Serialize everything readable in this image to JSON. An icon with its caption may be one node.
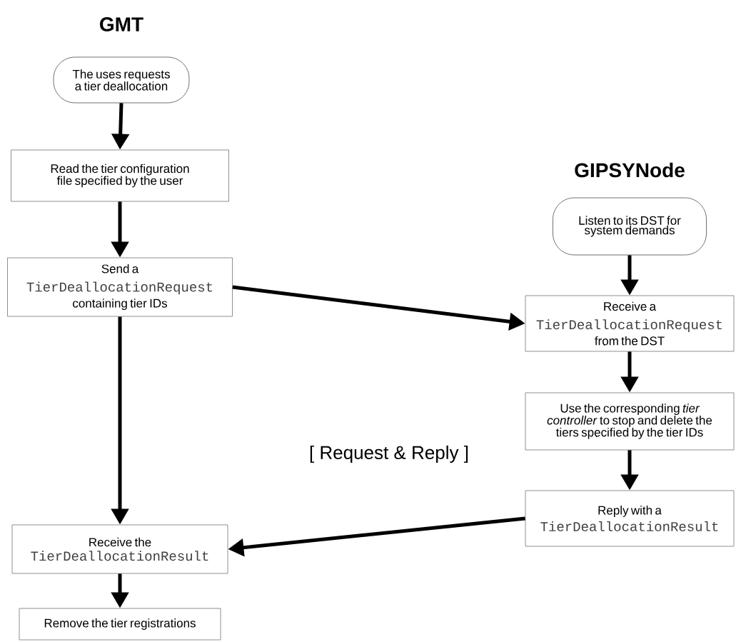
{
  "diagram": {
    "nodes": [
      {
        "text": [
          "The uses requests a tier deallocation"
        ]
      },
      {
        "text": [
          "Read the tier configuration file specified by the user"
        ]
      },
      {
        "text": [
          "Send a",
          "TierDeallocationRequest",
          "containing tier IDs"
        ]
      },
      {
        "text": [
          "Listen to its DST for system demands"
        ]
      },
      {
        "text": [
          "Receive a",
          "TierDeallocationRequest",
          "from the DST"
        ]
      },
      {
        "text": [
          "Use the corresponding *tier controller* to stop and delete the tiers specified by the tier IDs"
        ]
      },
      {
        "text": [
          "Reply with a",
          "TierDeallocationResult"
        ]
      },
      {
        "text": [
          "Receive the",
          "TierDeallocationResult"
        ]
      },
      {
        "text": [
          "Remove the tier registrations"
        ]
      }
    ],
    "edges": [
      {
        "from": 0,
        "to": 1,
        "arrow": "to"
      },
      {
        "from": 1,
        "to": 2,
        "arrow": "to"
      },
      {
        "from": 2,
        "to": 4,
        "arrow": "to"
      },
      {
        "from": 2,
        "to": 7,
        "arrow": "to"
      },
      {
        "from": 3,
        "to": 4,
        "arrow": "to"
      },
      {
        "from": 4,
        "to": 5,
        "arrow": "to"
      },
      {
        "from": 5,
        "to": 6,
        "arrow": "to"
      },
      {
        "from": 6,
        "to": 7,
        "arrow": "to"
      },
      {
        "from": 7,
        "to": 8,
        "arrow": "to"
      }
    ],
    "labels": [
      "GMT",
      "GIPSYNode",
      "[ Request & Reply ]"
    ]
  }
}
